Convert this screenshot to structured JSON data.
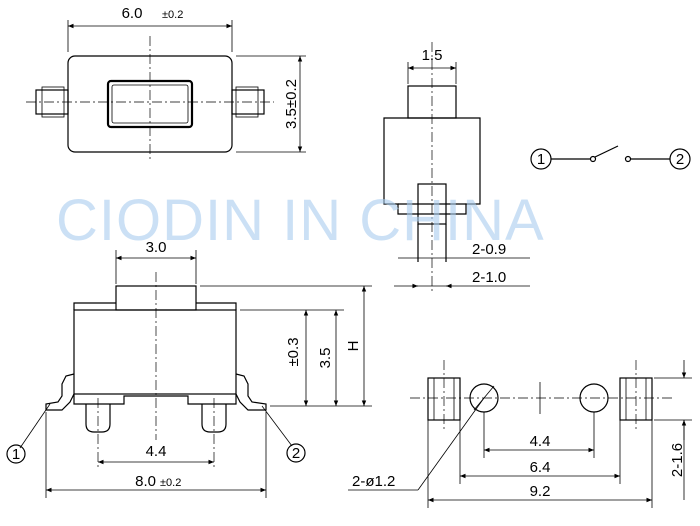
{
  "watermark": "CIODIN IN CHINA",
  "top_view": {
    "width_label": "6.0",
    "width_tol": "±0.2",
    "height_label": "3.5±0.2"
  },
  "front_view": {
    "actuator_width": "1.5",
    "lead_thickness": "2-0.9",
    "lead_width": "2-1.0"
  },
  "schematic": {
    "pin1": "1",
    "pin2": "2"
  },
  "side_view": {
    "actuator_width": "3.0",
    "stroke_label": "±0.3",
    "body_height": "3.5",
    "total_height": "H",
    "pin_spacing": "4.4",
    "overall_width": "8.0",
    "overall_width_tol": "±0.2",
    "pin1": "1",
    "pin2": "2"
  },
  "footprint": {
    "hole_label": "2-ø1.2",
    "hole_spacing": "4.4",
    "pad_inner_spacing": "6.4",
    "pad_outer_spacing": "9.2",
    "pad_height": "2-1.6"
  }
}
